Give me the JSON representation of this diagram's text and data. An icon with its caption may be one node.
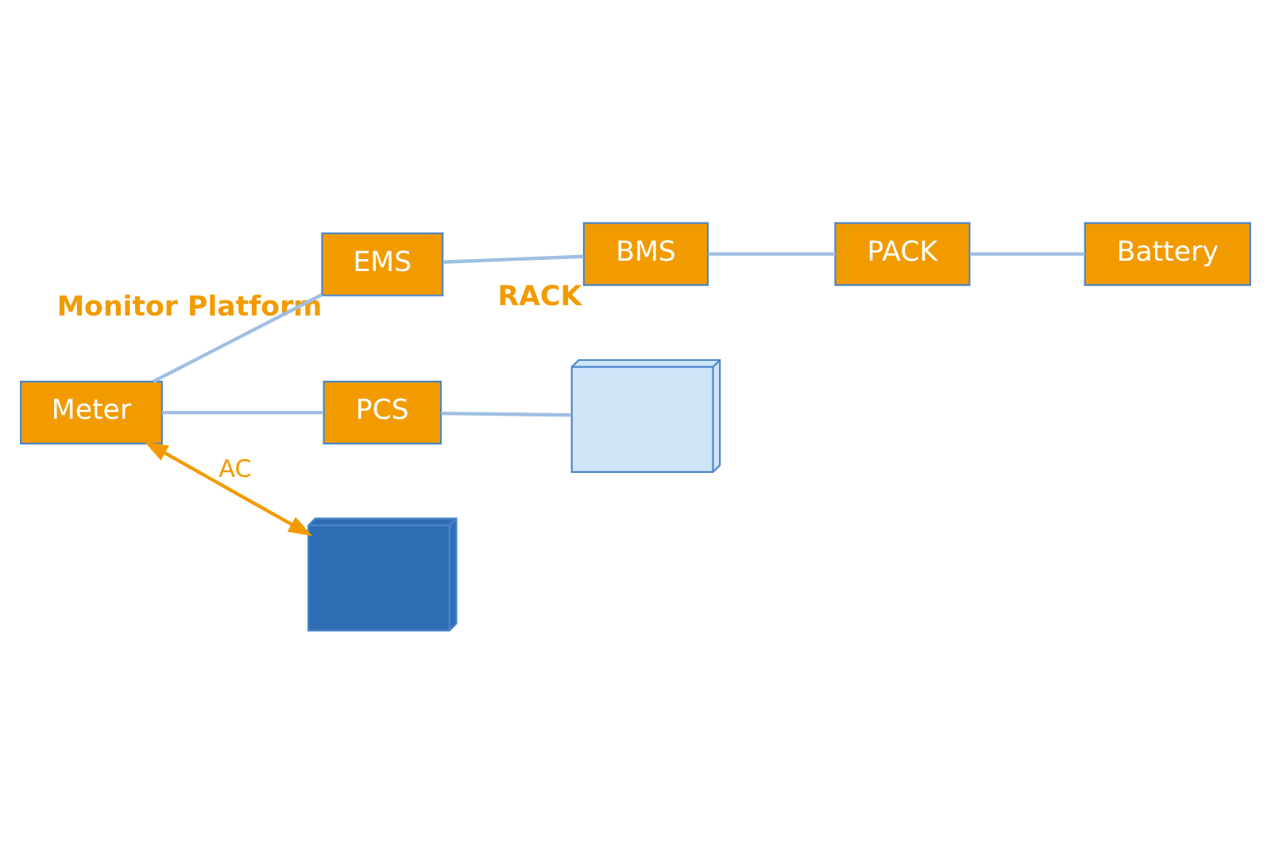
{
  "diagram": {
    "nodes": [
      {
        "text": [
          "Meter"
        ]
      },
      {
        "text": [
          "EMS"
        ],
        "beside": [
          "Monitor Platform"
        ]
      },
      {
        "text": [
          "BMS"
        ],
        "beside": [
          "RACK"
        ]
      },
      {
        "text": [
          "PACK"
        ]
      },
      {
        "text": [
          "Battery"
        ]
      },
      {
        "text": [
          "PCS"
        ]
      },
      {
        "text": [],
        "shape": "picture"
      },
      {
        "text": [],
        "shape": "picture"
      }
    ],
    "edges": [
      {
        "from": 0,
        "to": 7,
        "arrow": "both",
        "label": "AC",
        "color": "#f29b00"
      },
      {
        "from": 0,
        "to": 1,
        "arrow": "none"
      },
      {
        "from": 1,
        "to": 2,
        "arrow": "none"
      },
      {
        "from": 2,
        "to": 3,
        "arrow": "none"
      },
      {
        "from": 3,
        "to": 4,
        "arrow": "none"
      },
      {
        "from": 0,
        "to": 5,
        "arrow": "none"
      },
      {
        "from": 5,
        "to": 6,
        "arrow": "none"
      }
    ]
  }
}
